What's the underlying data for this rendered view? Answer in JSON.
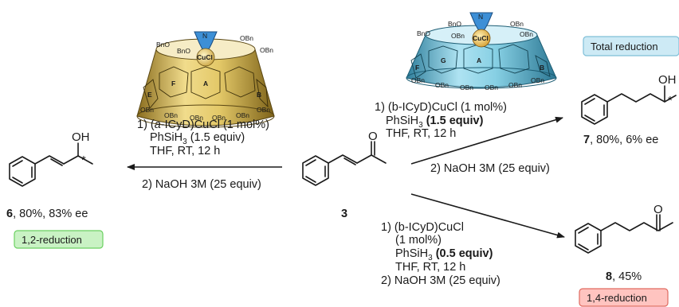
{
  "colors": {
    "gold_cd": "#d8bf63",
    "blue_cd": "#7cc7de",
    "green_badge_fill": "#c9f2c4",
    "green_badge_stroke": "#6bd060",
    "red_badge_fill": "#ffc4c0",
    "red_badge_stroke": "#e06a60",
    "blue_badge_fill": "#cdeaf5",
    "blue_badge_stroke": "#7fbfd8",
    "nhc_blue": "#3d8fd6"
  },
  "catalysts": {
    "left": {
      "metal": "CuCl",
      "obn_labels": [
        "BnO",
        "BnO",
        "OBn",
        "OBn",
        "OBn",
        "OBn",
        "OBn",
        "OBn",
        "OBn",
        "OBn"
      ],
      "ring_labels": [
        "F",
        "A",
        "E",
        "B"
      ]
    },
    "right": {
      "metal": "CuCl",
      "obn_labels": [
        "BnO",
        "BnO",
        "OBn",
        "OBn",
        "OBn",
        "OBn",
        "OBn",
        "OBn",
        "OBn",
        "OBn",
        "OBn"
      ],
      "ring_labels": [
        "G",
        "A",
        "F",
        "B"
      ]
    }
  },
  "conditions": {
    "left": {
      "line1_pre": "1) (",
      "line1_ital": "a",
      "line1_post": "-ICyD)CuCl (1 mol%)",
      "line2_pre": "PhSiH",
      "line2_sub": "3",
      "line2_post": " (1.5 equiv)",
      "line3": "THF, RT, 12 h",
      "line4": "2) NaOH 3M (25 equiv)"
    },
    "top_right": {
      "line1": "1) (b-ICyD)CuCl (1 mol%)",
      "line2_pre": "PhSiH",
      "line2_sub": "3",
      "line2_post": " (1.5 equiv)",
      "line3": "THF, RT, 12 h",
      "line4": "2) NaOH 3M (25 equiv)"
    },
    "bottom_right": {
      "line1": "1) (b-ICyD)CuCl",
      "line2": "(1 mol%)",
      "line3_pre": "PhSiH",
      "line3_sub": "3",
      "line3_post": " (0.5 equiv)",
      "line4": "THF, RT, 12 h",
      "line5": "2) NaOH 3M (25 equiv)"
    }
  },
  "compounds": {
    "c3": {
      "number": "3",
      "atom_o": "O"
    },
    "c6": {
      "number": "6",
      "result": ", 80%, 83% ee",
      "atom_oh": "OH",
      "stereo": "*"
    },
    "c7": {
      "number": "7",
      "result": ", 80%, 6% ee",
      "atom_oh": "OH",
      "stereo": "*"
    },
    "c8": {
      "number": "8",
      "result": ", 45%",
      "atom_o": "O"
    }
  },
  "badges": {
    "reduction_12": "1,2-reduction",
    "reduction_14": "1,4-reduction",
    "total": "Total reduction"
  }
}
